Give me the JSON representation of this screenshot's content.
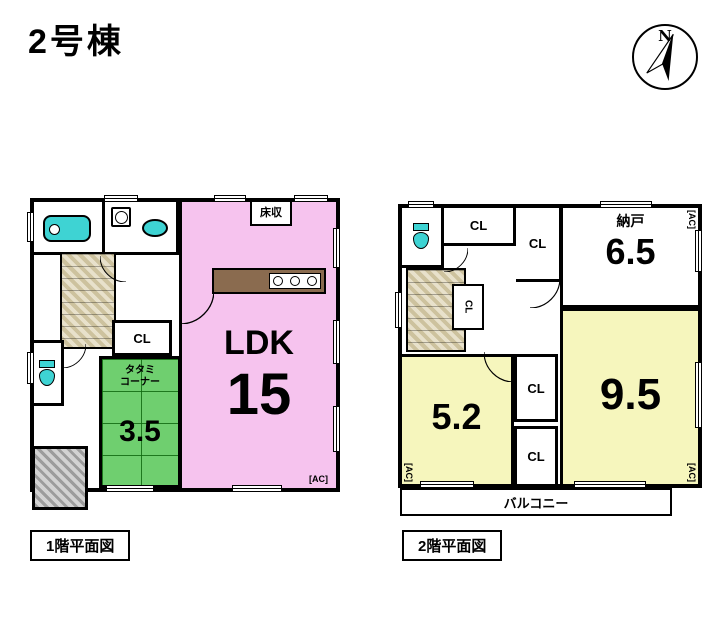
{
  "title": "2号棟",
  "compass": {
    "north": "N"
  },
  "colors": {
    "ldk_pink": "#f6c3ee",
    "tatami_green": "#6fcf6f",
    "room_yellow": "#f6f6bd",
    "fixture_cyan": "#3ed3d3",
    "counter_brown": "#8a6b4f"
  },
  "floor1": {
    "caption": "1階平面図",
    "ldk_label": "LDK",
    "ldk_area": "15",
    "tatami_line1": "タタミ",
    "tatami_line2": "コーナー",
    "tatami_area": "3.5",
    "cl": "CL",
    "floor_storage": "床収",
    "ac": "[AC]"
  },
  "floor2": {
    "caption": "2階平面図",
    "nando_label": "納戸",
    "nando_area": "6.5",
    "room_a_area": "5.2",
    "room_b_area": "9.5",
    "cl1": "CL",
    "cl2": "CL",
    "cl3": "CL",
    "cl4": "CL",
    "cl5": "CL",
    "ac_nando": "[AC]",
    "ac_room_a": "[AC]",
    "ac_room_b": "[AC]",
    "balcony": "バルコニー"
  }
}
